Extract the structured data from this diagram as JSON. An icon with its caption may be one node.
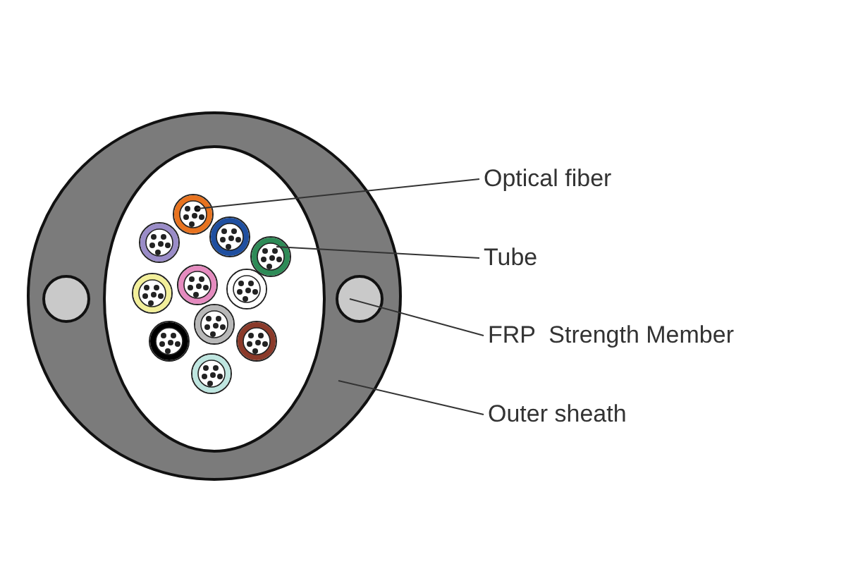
{
  "diagram": {
    "nodes": [
      {
        "text": [
          "Optical fiber"
        ]
      },
      {
        "text": [
          "Tube"
        ]
      },
      {
        "text": [
          "FRP  Strength Member"
        ]
      },
      {
        "text": [
          "Outer sheath"
        ]
      },
      {
        "text": [],
        "shape": "circle"
      },
      {
        "text": [],
        "shape": "circle",
        "in": 4
      },
      {
        "text": [],
        "shape": "circle",
        "in": 4
      },
      {
        "text": [],
        "shape": "circle",
        "in": 4
      },
      {
        "text": [],
        "shape": "circle",
        "in": 4
      },
      {
        "text": [],
        "shape": "circle",
        "in": 4
      },
      {
        "text": [],
        "shape": "circle",
        "in": 4
      },
      {
        "text": [],
        "shape": "circle",
        "in": 4
      },
      {
        "text": [],
        "shape": "circle",
        "in": 4
      },
      {
        "text": [],
        "shape": "circle",
        "in": 4
      },
      {
        "text": [],
        "shape": "circle",
        "in": 4
      },
      {
        "text": [],
        "shape": "circle",
        "in": 4
      },
      {
        "text": [],
        "shape": "circle",
        "in": 4
      },
      {
        "text": [],
        "shape": "circle",
        "in": 4
      },
      {
        "text": [],
        "shape": "circle",
        "in": 7
      }
    ],
    "edges": [
      {
        "from": 0,
        "to": 18,
        "arrow": "none"
      },
      {
        "from": 1,
        "to": 10,
        "arrow": "none"
      },
      {
        "from": 2,
        "to": 6,
        "arrow": "none"
      },
      {
        "from": 3,
        "to": 4,
        "arrow": "none"
      }
    ]
  }
}
